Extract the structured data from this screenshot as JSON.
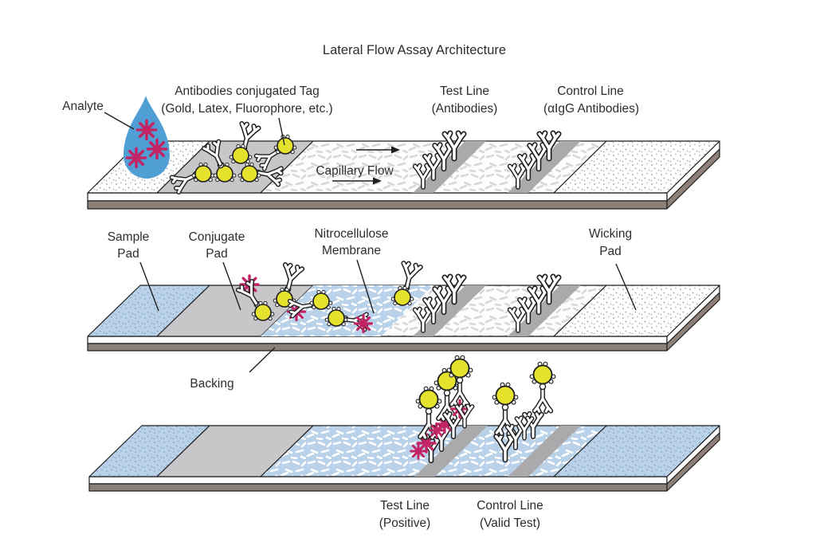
{
  "title": "Lateral Flow Assay Architecture",
  "colors": {
    "drop-blue": "#4f9fd5",
    "analyte-magenta": "#c22465",
    "gold-yellow": "#e5e22d",
    "wet-blue": "#b9d2ea",
    "wet-dot": "#7e9dc0",
    "pad-gray": "#c7c7c9",
    "band-gray": "#aaaaac",
    "backing-brown": "#8d8078",
    "ink": "#1f1f1f",
    "text": "#2d2d2d",
    "dry-dot": "#9b9b9b",
    "dry-hatch": "#d8d8d8"
  },
  "top_strip": {
    "analyte_label": "Analyte",
    "conjugate_tag_label_line1": "Antibodies conjugated Tag",
    "conjugate_tag_label_line2": "(Gold, Latex, Fluorophore, etc.)",
    "test_line_label_line1": "Test Line",
    "test_line_label_line2": "(Antibodies)",
    "control_line_label_line1": "Control Line",
    "control_line_label_line2": "(αIgG Antibodies)",
    "capillary_flow_label": "Capillary Flow"
  },
  "middle_strip": {
    "sample_pad_label_line1": "Sample",
    "sample_pad_label_line2": "Pad",
    "conjugate_pad_label_line1": "Conjugate",
    "conjugate_pad_label_line2": "Pad",
    "membrane_label_line1": "Nitrocellulose",
    "membrane_label_line2": "Membrane",
    "wicking_pad_label_line1": "Wicking",
    "wicking_pad_label_line2": "Pad",
    "backing_label": "Backing"
  },
  "bottom_strip": {
    "test_line_label_line1": "Test Line",
    "test_line_label_line2": "(Positive)",
    "control_line_label_line1": "Control Line",
    "control_line_label_line2": "(Valid Test)"
  }
}
